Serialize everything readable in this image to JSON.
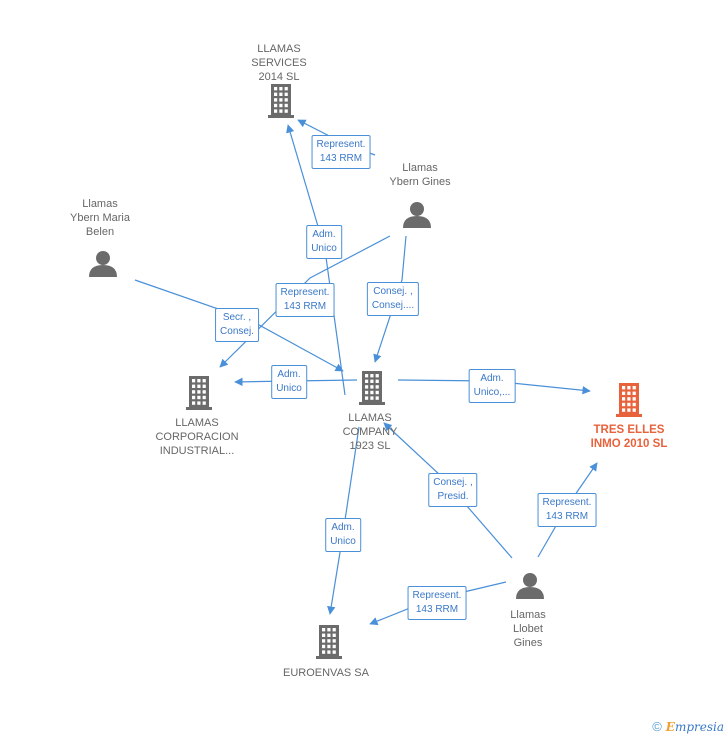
{
  "nodes": {
    "llamas_services": {
      "label": "LLAMAS\nSERVICES\n2014  SL",
      "kind": "company"
    },
    "llamas_ybern_gines": {
      "label": "Llamas\nYbern Gines",
      "kind": "person"
    },
    "llamas_ybern_maria": {
      "label": "Llamas\nYbern Maria\nBelen",
      "kind": "person"
    },
    "llamas_corporacion": {
      "label": "LLAMAS\nCORPORACION\nINDUSTRIAL...",
      "kind": "company"
    },
    "llamas_company": {
      "label": "LLAMAS\nCOMPANY\n1923  SL",
      "kind": "company"
    },
    "tres_elles": {
      "label": "TRES ELLES\nINMO 2010 SL",
      "kind": "company-highlight"
    },
    "euroenvas": {
      "label": "EUROENVAS SA",
      "kind": "company"
    },
    "llamas_llobet": {
      "label": "Llamas\nLlobet\nGines",
      "kind": "person"
    }
  },
  "edges": [
    {
      "label": "Represent.\n143 RRM"
    },
    {
      "label": "Adm.\nUnico"
    },
    {
      "label": "Represent.\n143 RRM"
    },
    {
      "label": "Consej. ,\nConsej...."
    },
    {
      "label": "Secr. ,\nConsej."
    },
    {
      "label": "Adm.\nUnico"
    },
    {
      "label": "Adm.\nUnico,..."
    },
    {
      "label": "Consej. ,\nPresid."
    },
    {
      "label": "Represent.\n143 RRM"
    },
    {
      "label": "Adm.\nUnico"
    },
    {
      "label": "Represent.\n143 RRM"
    }
  ],
  "colors": {
    "edge": "#4a90d9",
    "company": "#6b6b6b",
    "highlight": "#e8623c",
    "person": "#6b6b6b"
  },
  "brand": {
    "copyright": "©",
    "name_prefix": "E",
    "name_rest": "mpresia"
  }
}
